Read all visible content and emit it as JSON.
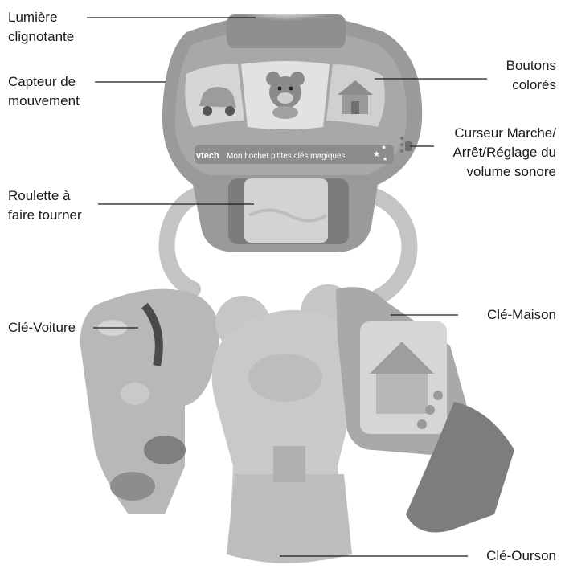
{
  "brand": "vtech",
  "product_name": "Mon hochet p'tites clés magiques",
  "labels": {
    "light": [
      "Lumière",
      "clignotante"
    ],
    "motion": [
      "Capteur de",
      "mouvement"
    ],
    "roller": [
      "Roulette à",
      "faire tourner"
    ],
    "car_key": "Clé-Voiture",
    "buttons": [
      "Boutons",
      "colorés"
    ],
    "switch": [
      "Curseur Marche/",
      "Arrêt/Réglage du",
      "volume sonore"
    ],
    "house_key": "Clé-Maison",
    "bear_key": "Clé-Ourson"
  },
  "icons": [
    "car-icon",
    "bear-icon",
    "house-icon",
    "stars-icon"
  ],
  "colors": {
    "toy_dark": "#8f8f8f",
    "toy_mid": "#b9b9b9",
    "toy_light": "#dadada",
    "text": "#1a1a1a"
  }
}
